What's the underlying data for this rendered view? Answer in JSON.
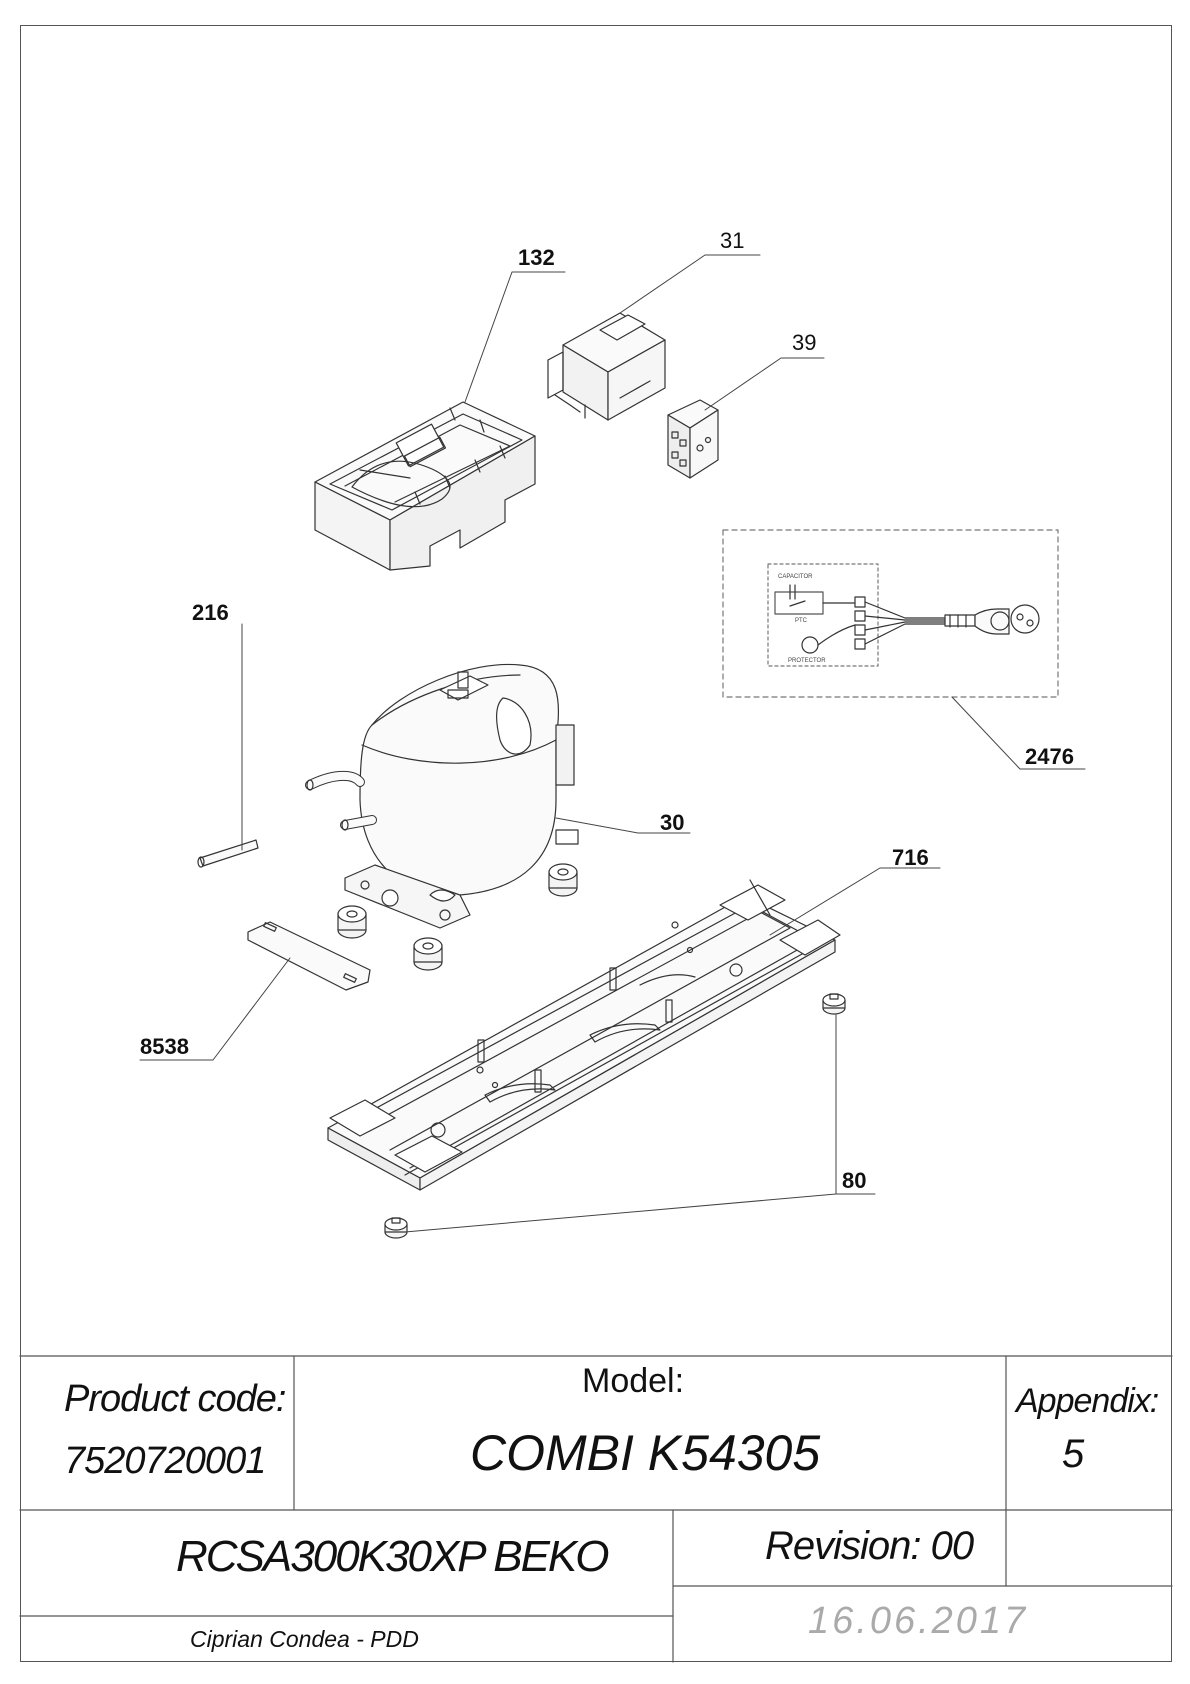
{
  "callouts": {
    "c132": "132",
    "c31": "31",
    "c39": "39",
    "c216": "216",
    "c2476": "2476",
    "c30": "30",
    "c716": "716",
    "c8538": "8538",
    "c80": "80"
  },
  "schematic": {
    "capacitor": "CAPACITOR",
    "ptc": "PTC",
    "protector": "PROTECTOR"
  },
  "title_block": {
    "product_code_label": "Product code:",
    "product_code_value": "7520720001",
    "model_label": "Model:",
    "model_value": "COMBI K54305",
    "appendix_label": "Appendix:",
    "appendix_value": "5",
    "product_name": "RCSA300K30XP BEKO",
    "revision": "Revision: 00",
    "author": "Ciprian Condea - PDD",
    "date": "16.06.2017"
  }
}
